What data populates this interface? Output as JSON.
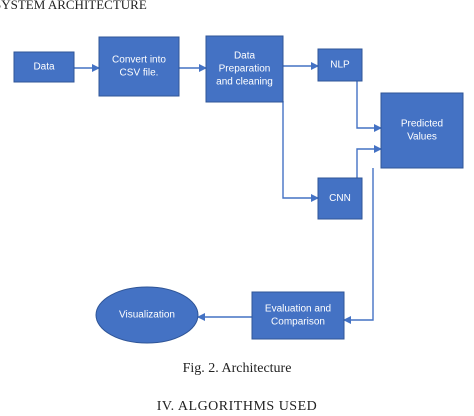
{
  "header": {
    "section_top": "SYSTEM ARCHITECTURE",
    "caption": "Fig. 2. Architecture",
    "section_bottom": "IV. ALGORITHMS USED"
  },
  "diagram": {
    "nodes": [
      {
        "id": "data",
        "lines": [
          "Data"
        ]
      },
      {
        "id": "convert",
        "lines": [
          "Convert into",
          "CSV file."
        ]
      },
      {
        "id": "prep",
        "lines": [
          "Data",
          "Preparation",
          "and cleaning"
        ]
      },
      {
        "id": "nlp",
        "lines": [
          "NLP"
        ]
      },
      {
        "id": "cnn",
        "lines": [
          "CNN"
        ]
      },
      {
        "id": "predicted",
        "lines": [
          "Predicted",
          "Values"
        ]
      },
      {
        "id": "eval",
        "lines": [
          "Evaluation and",
          "Comparison"
        ]
      },
      {
        "id": "viz",
        "lines": [
          "Visualization"
        ]
      }
    ],
    "edges": [
      {
        "from": "data",
        "to": "convert"
      },
      {
        "from": "convert",
        "to": "prep"
      },
      {
        "from": "prep",
        "to": "nlp"
      },
      {
        "from": "prep",
        "to": "cnn"
      },
      {
        "from": "nlp",
        "to": "predicted"
      },
      {
        "from": "cnn",
        "to": "predicted"
      },
      {
        "from": "predicted",
        "to": "eval"
      },
      {
        "from": "eval",
        "to": "viz"
      }
    ],
    "colors": {
      "node_fill": "#4472c4",
      "node_stroke": "#2f5597",
      "edge": "#4472c4",
      "text": "#ffffff"
    }
  }
}
